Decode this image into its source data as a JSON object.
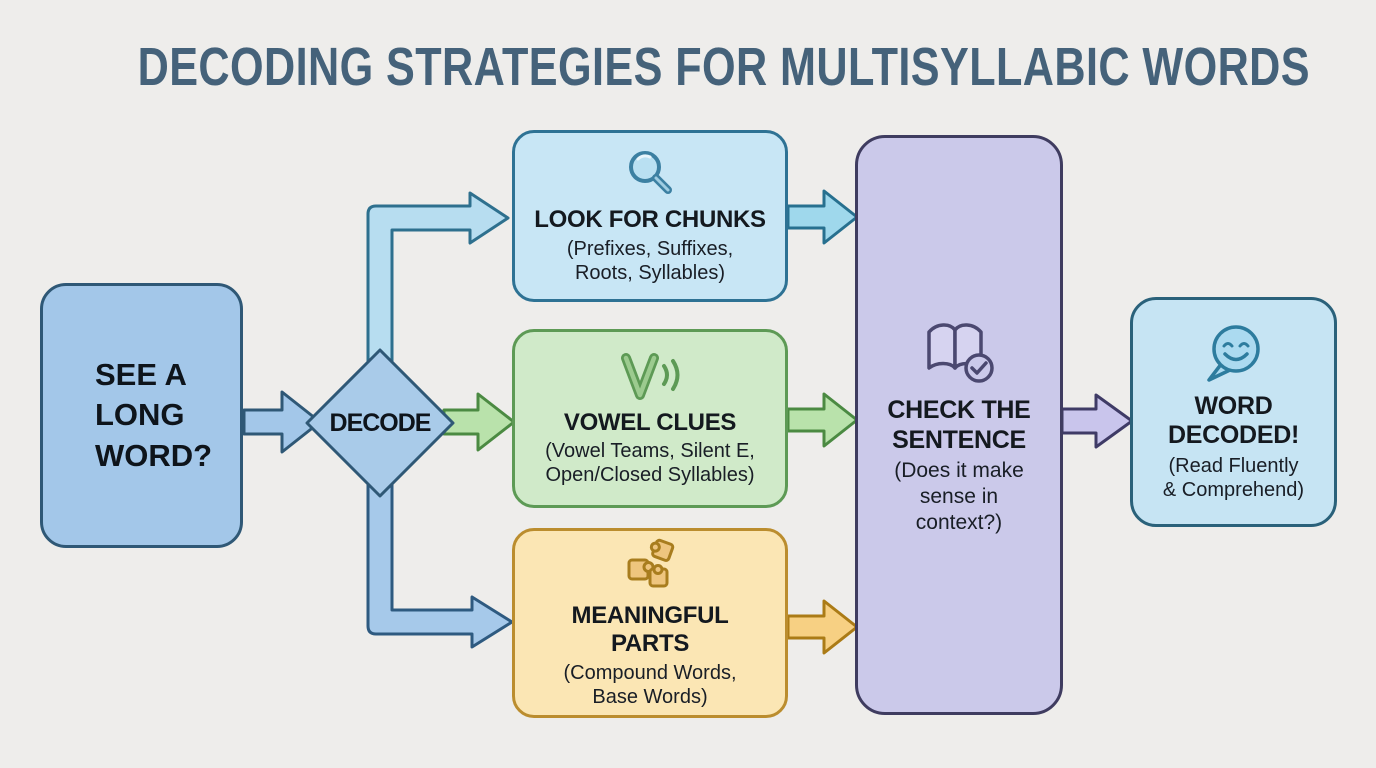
{
  "title": "DECODING STRATEGIES FOR MULTISYLLABIC WORDS",
  "start": {
    "label": "SEE A\nLONG\nWORD?"
  },
  "decision": {
    "label": "DECODE"
  },
  "strategies": [
    {
      "icon": "magnifier-icon",
      "title": "LOOK FOR CHUNKS",
      "subtitle": "(Prefixes, Suffixes,\nRoots, Syllables)",
      "fill": "#c8e6f5",
      "border": "#2e7294"
    },
    {
      "icon": "vowel-sound-icon",
      "title": "VOWEL CLUES",
      "subtitle": "(Vowel Teams, Silent E,\nOpen/Closed Syllables)",
      "fill": "#d0eac9",
      "border": "#5d9a55"
    },
    {
      "icon": "puzzle-icon",
      "title": "MEANINGFUL\nPARTS",
      "subtitle": "(Compound Words,\nBase Words)",
      "fill": "#fbe6b4",
      "border": "#bb8d2e"
    }
  ],
  "check": {
    "icon": "book-check-icon",
    "title": "CHECK THE\nSENTENCE",
    "subtitle": "(Does it make\nsense in\ncontext?)"
  },
  "result": {
    "icon": "smiley-speech-icon",
    "title": "WORD\nDECODED!",
    "subtitle": "(Read Fluently\n& Comprehend)"
  },
  "palette": {
    "background": "#eeedeb",
    "title_text": "#45627a",
    "start_fill": "#a3c7e9",
    "start_border": "#2f5876",
    "chunks_fill": "#c8e6f5",
    "chunks_border": "#2e7294",
    "vowel_fill": "#d0eac9",
    "vowel_border": "#5d9a55",
    "parts_fill": "#fbe6b4",
    "parts_border": "#bb8d2e",
    "check_fill": "#cbc9ea",
    "check_border": "#3f3c60",
    "result_fill": "#c6e4f3",
    "result_border": "#2a617a",
    "text_dark": "#14191f"
  }
}
